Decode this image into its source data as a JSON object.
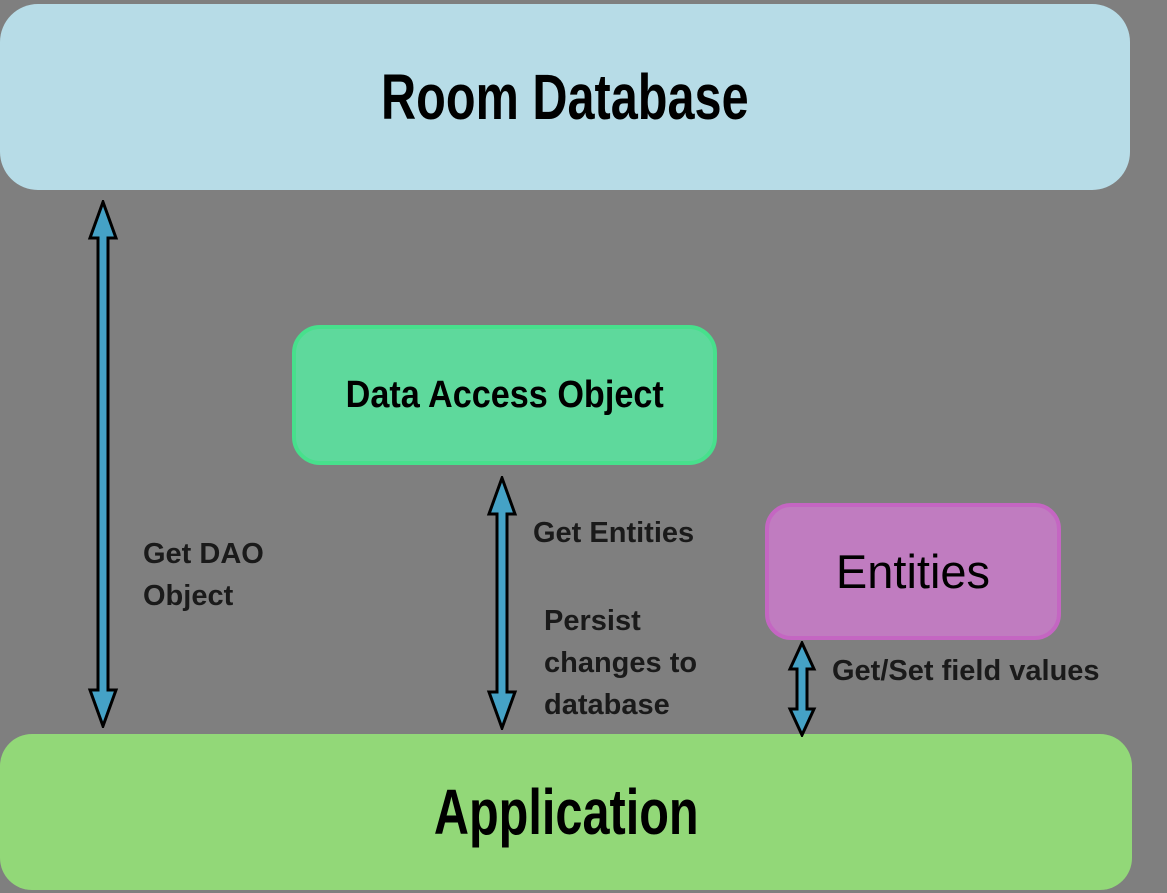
{
  "colors": {
    "background": "#7f7f7f",
    "room_database_fill": "#b7dce7",
    "dao_fill": "#5ed99c",
    "dao_border": "#47e08c",
    "entities_fill": "#c07cc0",
    "entities_border": "#c466c2",
    "application_fill": "#92d878",
    "arrow_fill": "#45a2c6",
    "arrow_outline": "#000000",
    "text": "#000000",
    "label_text": "#1a1a1a"
  },
  "boxes": {
    "room_database": {
      "label": "Room Database"
    },
    "dao": {
      "label": "Data Access Object"
    },
    "entities": {
      "label": "Entities"
    },
    "application": {
      "label": "Application"
    }
  },
  "arrow_labels": {
    "get_dao": "Get DAO\nObject",
    "get_entities": "Get Entities",
    "persist": "Persist\nchanges to\ndatabase",
    "get_set_field_values": "Get/Set field values"
  }
}
